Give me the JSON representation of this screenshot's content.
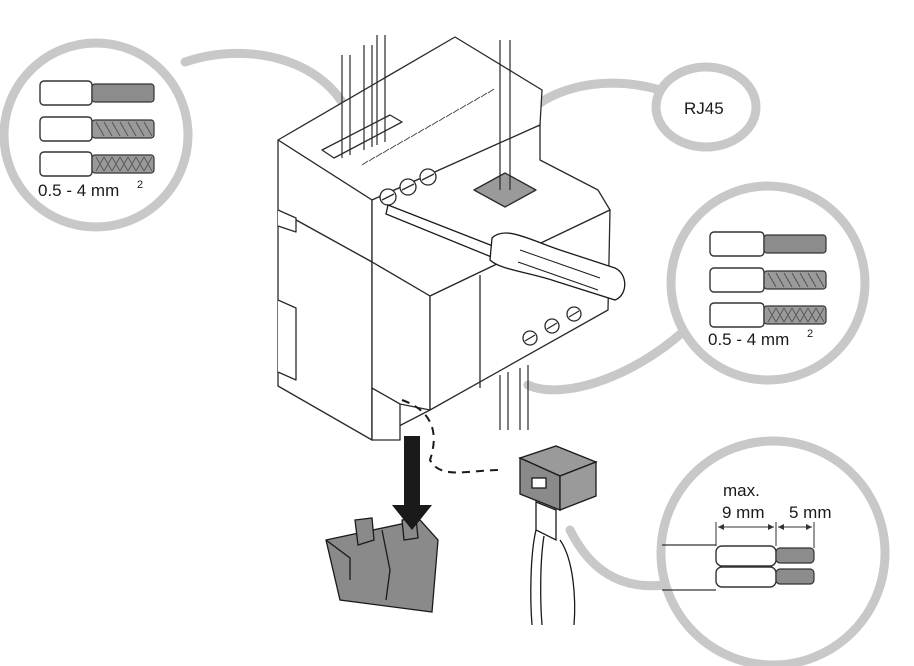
{
  "labels": {
    "left_wire_spec": "0.5 - 4 mm",
    "left_wire_spec_sup": "2",
    "rj45": "RJ45",
    "right_wire_spec": "0.5 - 4 mm",
    "right_wire_spec_sup": "2",
    "strip_max": "max.",
    "strip_9mm": "9 mm",
    "strip_5mm": "5 mm"
  },
  "colors": {
    "callout_ring": "#c8c8c8",
    "device_body": "#ffffff",
    "device_stroke": "#2a2a2a",
    "cover_fill": "#8a8a8a",
    "connector_fill": "#9a9a9a",
    "wire_core": "#8c8c8c"
  }
}
